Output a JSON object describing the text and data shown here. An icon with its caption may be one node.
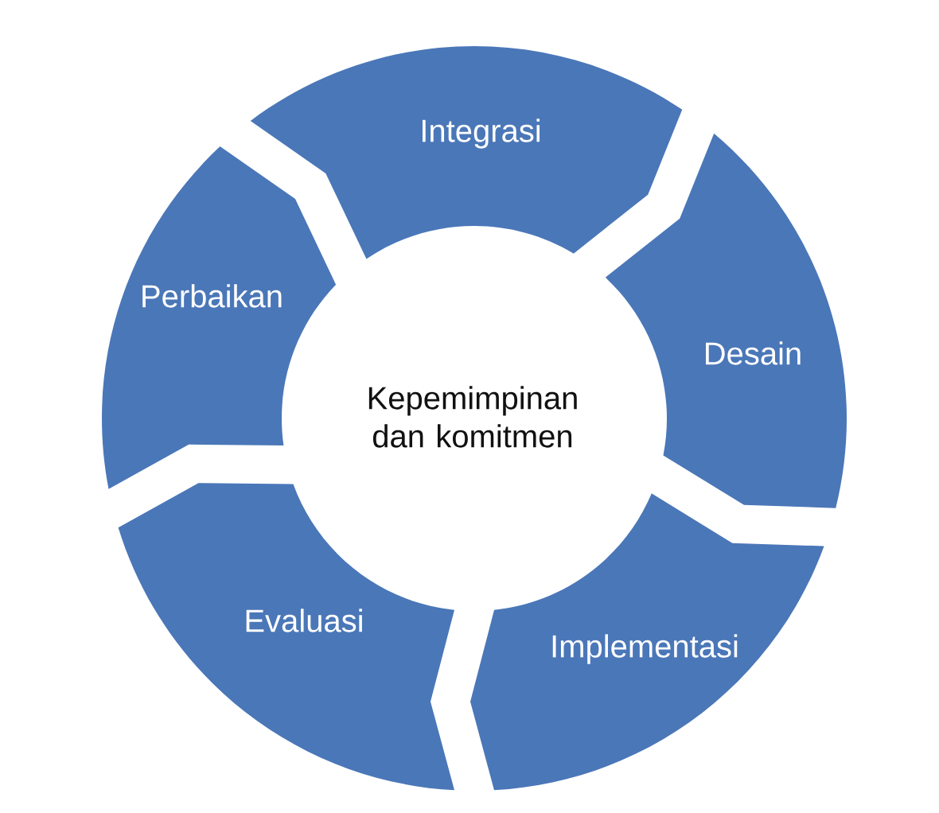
{
  "diagram": {
    "nodes": [
      {
        "text": [
          "Integrasi"
        ]
      },
      {
        "text": [
          "Desain"
        ]
      },
      {
        "text": [
          "Implementasi"
        ]
      },
      {
        "text": [
          "Evaluasi"
        ]
      },
      {
        "text": [
          "Perbaikan"
        ]
      },
      {
        "text": [
          "Kepemimpinan dan komitmen"
        ]
      }
    ]
  }
}
